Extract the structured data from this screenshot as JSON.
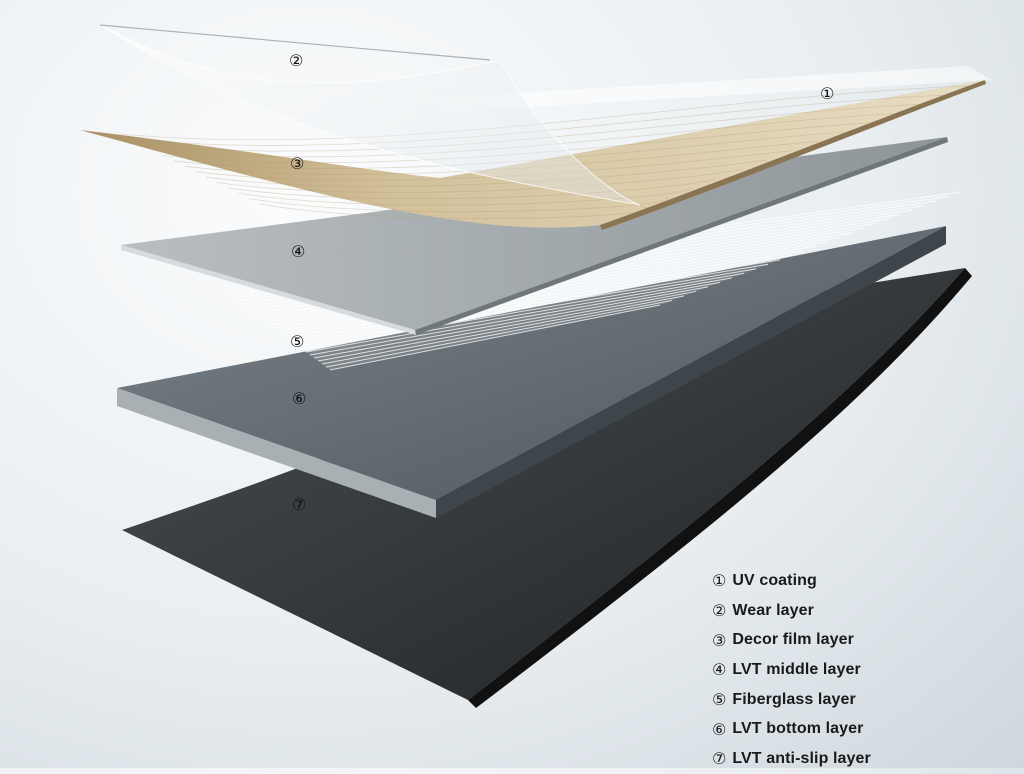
{
  "diagram": {
    "layers": [
      {
        "id": "uv",
        "marker": "①",
        "name": "UV coating"
      },
      {
        "id": "wear",
        "marker": "②",
        "name": "Wear layer"
      },
      {
        "id": "decor",
        "marker": "③",
        "name": "Decor film layer"
      },
      {
        "id": "middle",
        "marker": "④",
        "name": "LVT middle layer"
      },
      {
        "id": "fiberglass",
        "marker": "⑤",
        "name": "Fiberglass layer"
      },
      {
        "id": "bottom",
        "marker": "⑥",
        "name": "LVT bottom layer"
      },
      {
        "id": "antislip",
        "marker": "⑦",
        "name": "LVT anti-slip layer"
      }
    ],
    "colors": {
      "wood": "#d9c8a4",
      "middle_gray": "#a5abae",
      "bottom_gray": "#5f686e",
      "antislip_dark": "#353a3d"
    }
  }
}
